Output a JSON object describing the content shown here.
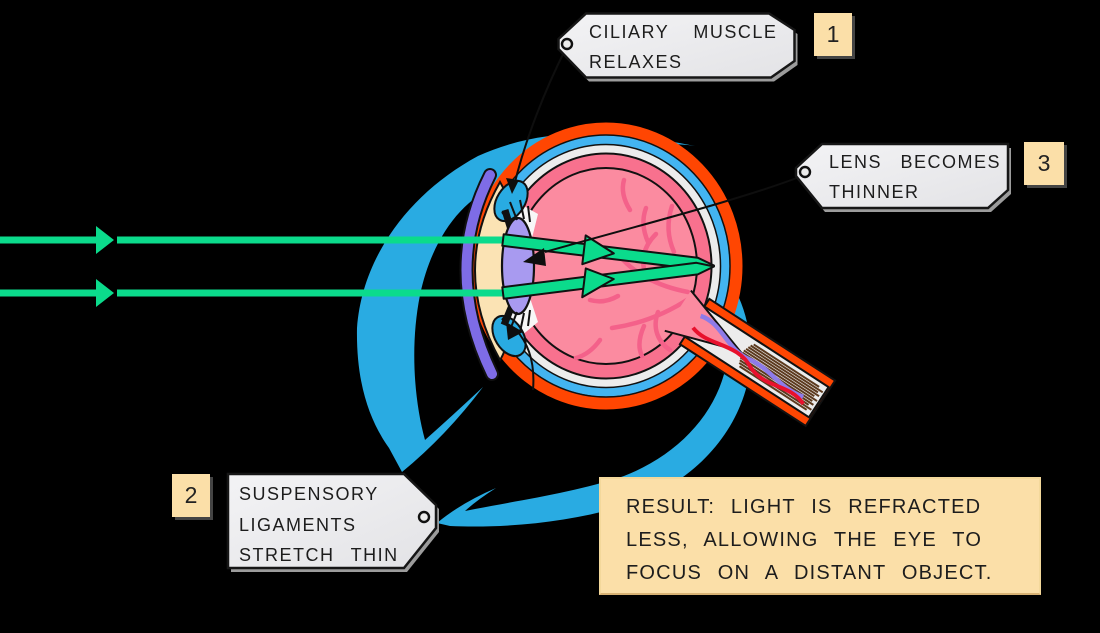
{
  "title": "Eye accommodation diagram - focusing on a distant object",
  "background_color": "#000000",
  "tags": {
    "ciliary": {
      "number": "1",
      "lines": [
        "CILIARY MUSCLE",
        "RELAXES"
      ]
    },
    "suspensory": {
      "number": "2",
      "lines": [
        "SUSPENSORY",
        "LIGAMENTS",
        "STRETCH THIN"
      ]
    },
    "lens": {
      "number": "3",
      "lines": [
        "LENS BECOMES",
        "THINNER"
      ]
    }
  },
  "result_box": {
    "lines": [
      "RESULT: LIGHT IS REFRACTED",
      "LESS, ALLOWING THE EYE TO",
      "FOCUS ON A DISTANT OBJECT."
    ]
  },
  "colors": {
    "cycle_arrow": "#29ABE2",
    "sclera_orange": "#FF4602",
    "sclera_blue": "#43B4F1",
    "sclera_white": "#ECECEC",
    "retina_pink": "#F8718E",
    "vitreous_pink": "#FB8BA0",
    "vessel_pink": "#F4618A",
    "cornea_purple": "#7E6CE6",
    "lens_lavender": "#A89AF0",
    "ciliary_blue": "#29ABE2",
    "aqueous_cream": "#FBE3B4",
    "ray_green": "#0BDB8C",
    "nerve_fiber_brown": "#5C3A1E",
    "artery_red": "#E8112D",
    "vein_purple": "#8E7BE8",
    "tag_gray": "#EAEAEC",
    "note_tan": "#FBDFA8"
  }
}
